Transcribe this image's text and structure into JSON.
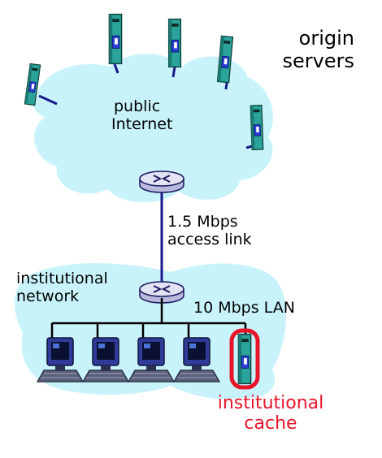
{
  "labels": {
    "origin_servers_line1": "origin",
    "origin_servers_line2": "servers",
    "public_internet_line1": "public",
    "public_internet_line2": "Internet",
    "access_link_line1": "1.5 Mbps",
    "access_link_line2": "access link",
    "institutional_network_line1": "institutional",
    "institutional_network_line2": "network",
    "lan": "10 Mbps LAN",
    "cache_line1": "institutional",
    "cache_line2": "cache"
  },
  "colors": {
    "cloud_fill": "#c9f3fb",
    "link_line": "#1a1a8c",
    "server_body": "#2aa39a",
    "router_fill": "#e3e3f5",
    "cache_highlight": "#e8142a",
    "cache_label": "#e8142a"
  },
  "icons": {
    "server": "server-tower-icon",
    "router": "router-icon",
    "workstation": "desktop-computer-icon"
  }
}
